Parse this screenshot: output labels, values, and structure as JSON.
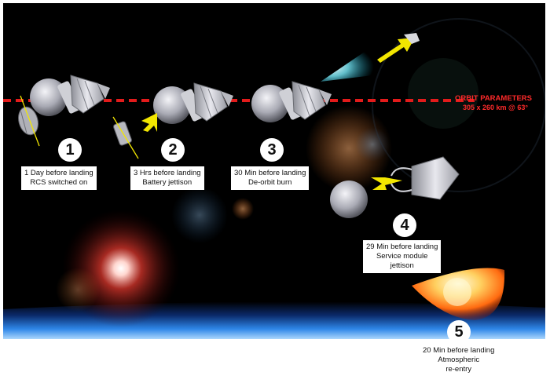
{
  "orbit": {
    "title": "ORBIT PARAMETERS",
    "values": "305 x 260 km @ 63°"
  },
  "steps": [
    {
      "number": "1",
      "lines": [
        "1 Day before landing",
        "RCS switched on"
      ]
    },
    {
      "number": "2",
      "lines": [
        "3 Hrs before landing",
        "Battery jettison"
      ]
    },
    {
      "number": "3",
      "lines": [
        "30 Min before landing",
        "De-orbit burn"
      ]
    },
    {
      "number": "4",
      "lines": [
        "29 Min before landing",
        "Service module",
        "jettison"
      ]
    },
    {
      "number": "5",
      "lines": [
        "20 Min before landing",
        "Atmospheric",
        "re-entry"
      ]
    }
  ],
  "colors": {
    "orbit_line": "#e31b1b",
    "arrow": "#f2e600",
    "space": "#000000",
    "atmosphere": "#4aa8ff",
    "label_bg": "#ffffff"
  },
  "icons": [
    "spacecraft",
    "service-module",
    "battery",
    "thruster-plume",
    "flame",
    "lens-flare"
  ]
}
